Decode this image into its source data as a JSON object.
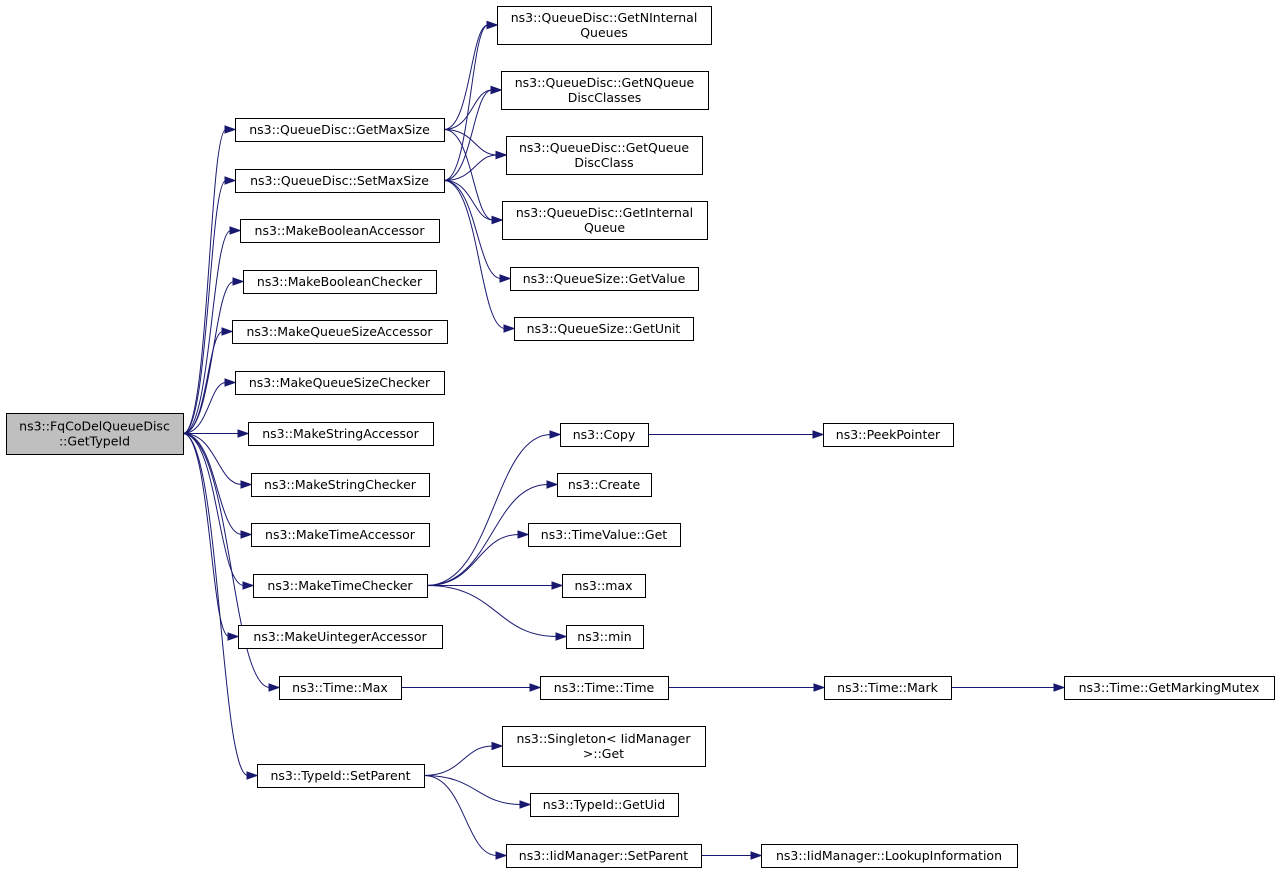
{
  "colors": {
    "root_fill": "#bfbfbf",
    "node_fill": "#ffffff",
    "node_border": "#000000",
    "edge": "#191970"
  },
  "nodes": {
    "root": {
      "lines": [
        "ns3::FqCoDelQueueDisc",
        "::GetTypeId"
      ]
    },
    "getmaxsize": {
      "lines": [
        "ns3::QueueDisc::GetMaxSize"
      ]
    },
    "setmaxsize": {
      "lines": [
        "ns3::QueueDisc::SetMaxSize"
      ]
    },
    "makeboolacc": {
      "lines": [
        "ns3::MakeBooleanAccessor"
      ]
    },
    "makeboolchk": {
      "lines": [
        "ns3::MakeBooleanChecker"
      ]
    },
    "makeqsacc": {
      "lines": [
        "ns3::MakeQueueSizeAccessor"
      ]
    },
    "makeqschk": {
      "lines": [
        "ns3::MakeQueueSizeChecker"
      ]
    },
    "makestracc": {
      "lines": [
        "ns3::MakeStringAccessor"
      ]
    },
    "makestrchk": {
      "lines": [
        "ns3::MakeStringChecker"
      ]
    },
    "maketimeacc": {
      "lines": [
        "ns3::MakeTimeAccessor"
      ]
    },
    "maketimechk": {
      "lines": [
        "ns3::MakeTimeChecker"
      ]
    },
    "makeuintacc": {
      "lines": [
        "ns3::MakeUintegerAccessor"
      ]
    },
    "timemax": {
      "lines": [
        "ns3::Time::Max"
      ]
    },
    "setparent": {
      "lines": [
        "ns3::TypeId::SetParent"
      ]
    },
    "getninternal": {
      "lines": [
        "ns3::QueueDisc::GetNInternal",
        "Queues"
      ]
    },
    "getnqdclasses": {
      "lines": [
        "ns3::QueueDisc::GetNQueue",
        "DiscClasses"
      ]
    },
    "getqdclass": {
      "lines": [
        "ns3::QueueDisc::GetQueue",
        "DiscClass"
      ]
    },
    "getinternalq": {
      "lines": [
        "ns3::QueueDisc::GetInternal",
        "Queue"
      ]
    },
    "qsgetvalue": {
      "lines": [
        "ns3::QueueSize::GetValue"
      ]
    },
    "qsgetunit": {
      "lines": [
        "ns3::QueueSize::GetUnit"
      ]
    },
    "copy": {
      "lines": [
        "ns3::Copy"
      ]
    },
    "peekpointer": {
      "lines": [
        "ns3::PeekPointer"
      ]
    },
    "create": {
      "lines": [
        "ns3::Create"
      ]
    },
    "timevalueget": {
      "lines": [
        "ns3::TimeValue::Get"
      ]
    },
    "max": {
      "lines": [
        "ns3::max"
      ]
    },
    "min": {
      "lines": [
        "ns3::min"
      ]
    },
    "timetime": {
      "lines": [
        "ns3::Time::Time"
      ]
    },
    "timemark": {
      "lines": [
        "ns3::Time::Mark"
      ]
    },
    "getmarkingmutex": {
      "lines": [
        "ns3::Time::GetMarkingMutex"
      ]
    },
    "singletonget": {
      "lines": [
        "ns3::Singleton< IidManager",
        ">::Get"
      ]
    },
    "getuid": {
      "lines": [
        "ns3::TypeId::GetUid"
      ]
    },
    "iidsetparent": {
      "lines": [
        "ns3::IidManager::SetParent"
      ]
    },
    "lookupinfo": {
      "lines": [
        "ns3::IidManager::LookupInformation"
      ]
    }
  },
  "edges": [
    [
      "root",
      "getmaxsize"
    ],
    [
      "root",
      "setmaxsize"
    ],
    [
      "root",
      "makeboolacc"
    ],
    [
      "root",
      "makeboolchk"
    ],
    [
      "root",
      "makeqsacc"
    ],
    [
      "root",
      "makeqschk"
    ],
    [
      "root",
      "makestracc"
    ],
    [
      "root",
      "makestrchk"
    ],
    [
      "root",
      "maketimeacc"
    ],
    [
      "root",
      "maketimechk"
    ],
    [
      "root",
      "makeuintacc"
    ],
    [
      "root",
      "timemax"
    ],
    [
      "root",
      "setparent"
    ],
    [
      "getmaxsize",
      "getninternal"
    ],
    [
      "getmaxsize",
      "getnqdclasses"
    ],
    [
      "getmaxsize",
      "getqdclass"
    ],
    [
      "getmaxsize",
      "getinternalq"
    ],
    [
      "setmaxsize",
      "getninternal"
    ],
    [
      "setmaxsize",
      "getnqdclasses"
    ],
    [
      "setmaxsize",
      "getqdclass"
    ],
    [
      "setmaxsize",
      "getinternalq"
    ],
    [
      "setmaxsize",
      "qsgetvalue"
    ],
    [
      "setmaxsize",
      "qsgetunit"
    ],
    [
      "maketimechk",
      "copy"
    ],
    [
      "maketimechk",
      "create"
    ],
    [
      "maketimechk",
      "timevalueget"
    ],
    [
      "maketimechk",
      "max"
    ],
    [
      "maketimechk",
      "min"
    ],
    [
      "copy",
      "peekpointer"
    ],
    [
      "timemax",
      "timetime"
    ],
    [
      "timetime",
      "timemark"
    ],
    [
      "timemark",
      "getmarkingmutex"
    ],
    [
      "setparent",
      "singletonget"
    ],
    [
      "setparent",
      "getuid"
    ],
    [
      "setparent",
      "iidsetparent"
    ],
    [
      "iidsetparent",
      "lookupinfo"
    ]
  ]
}
